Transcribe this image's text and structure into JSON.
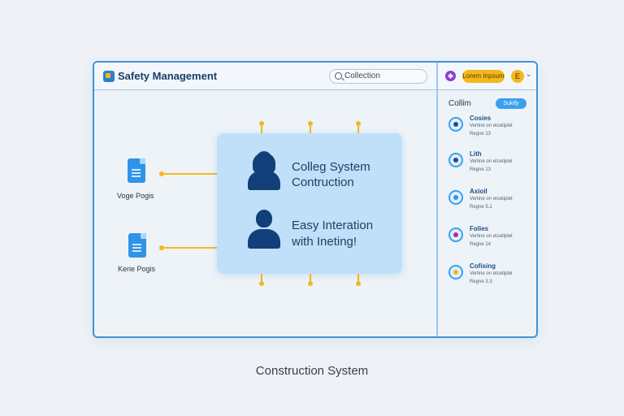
{
  "app": {
    "title": "Safety Management",
    "search_text": "Collection",
    "badge_label": "Lorem Inpsum",
    "avatar_letter": "E",
    "chevron": "⌄"
  },
  "left_docs": [
    {
      "label": "Voge Pogis"
    },
    {
      "label": "Kerie Pogis"
    }
  ],
  "card": {
    "line1a": "Colleg System",
    "line1b": "Contruction",
    "line2a": "Easy Interation",
    "line2b": "with Ineting!"
  },
  "panel": {
    "title": "Collim",
    "pill": "Sukify",
    "items": [
      {
        "name": "Cosies",
        "sub": "Vertine on etcetiplet",
        "meta": "Regne 13",
        "color": "#1a4f8a"
      },
      {
        "name": "Lith",
        "sub": "Vertine on etcetiplet",
        "meta": "Regne 13",
        "color": "#1a4f8a"
      },
      {
        "name": "Axioil",
        "sub": "Vertine on etcetiplet",
        "meta": "Regne 5.1",
        "color": "#2f93e8"
      },
      {
        "name": "Folies",
        "sub": "Vertine on etcetiplet",
        "meta": "Regne 14",
        "color": "#b0309a"
      },
      {
        "name": "Cofising",
        "sub": "Vertine on etcetiplet",
        "meta": "Regne 3.3",
        "color": "#f3b81d"
      }
    ]
  },
  "caption": "Construction System",
  "colors": {
    "accent": "#3f93d8",
    "connector": "#f3b81d",
    "card_bg": "#bfe0f8",
    "person": "#123f7a"
  }
}
